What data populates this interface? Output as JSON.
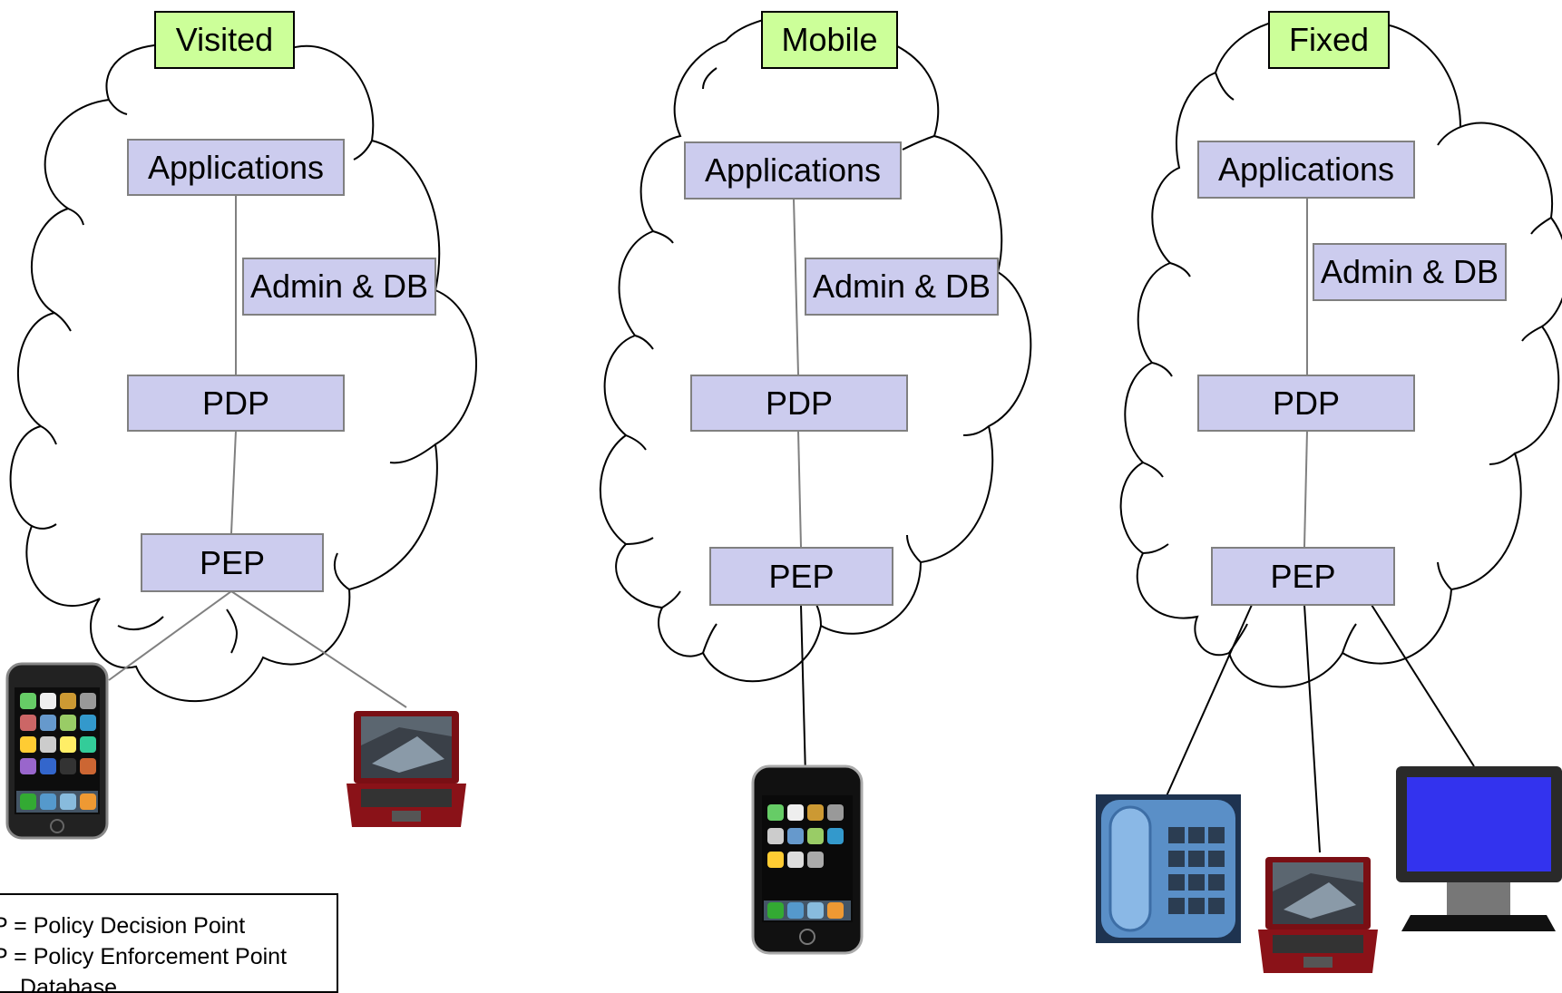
{
  "networks": [
    {
      "name": "Visited",
      "components": {
        "applications": "Applications",
        "admin_db": "Admin & DB",
        "pdp": "PDP",
        "pep": "PEP"
      },
      "devices": [
        "smartphone",
        "laptop"
      ]
    },
    {
      "name": "Mobile",
      "components": {
        "applications": "Applications",
        "admin_db": "Admin & DB",
        "pdp": "PDP",
        "pep": "PEP"
      },
      "devices": [
        "smartphone"
      ]
    },
    {
      "name": "Fixed",
      "components": {
        "applications": "Applications",
        "admin_db": "Admin & DB",
        "pdp": "PDP",
        "pep": "PEP"
      },
      "devices": [
        "desk-phone",
        "laptop",
        "monitor"
      ]
    }
  ],
  "legend": [
    "P = Policy Decision Point",
    "P = Policy Enforcement Point",
    "Database"
  ],
  "colors": {
    "network_label_fill": "#ccff99",
    "component_fill": "#ccccee",
    "component_border": "#808080",
    "cloud_stroke": "#000000"
  }
}
